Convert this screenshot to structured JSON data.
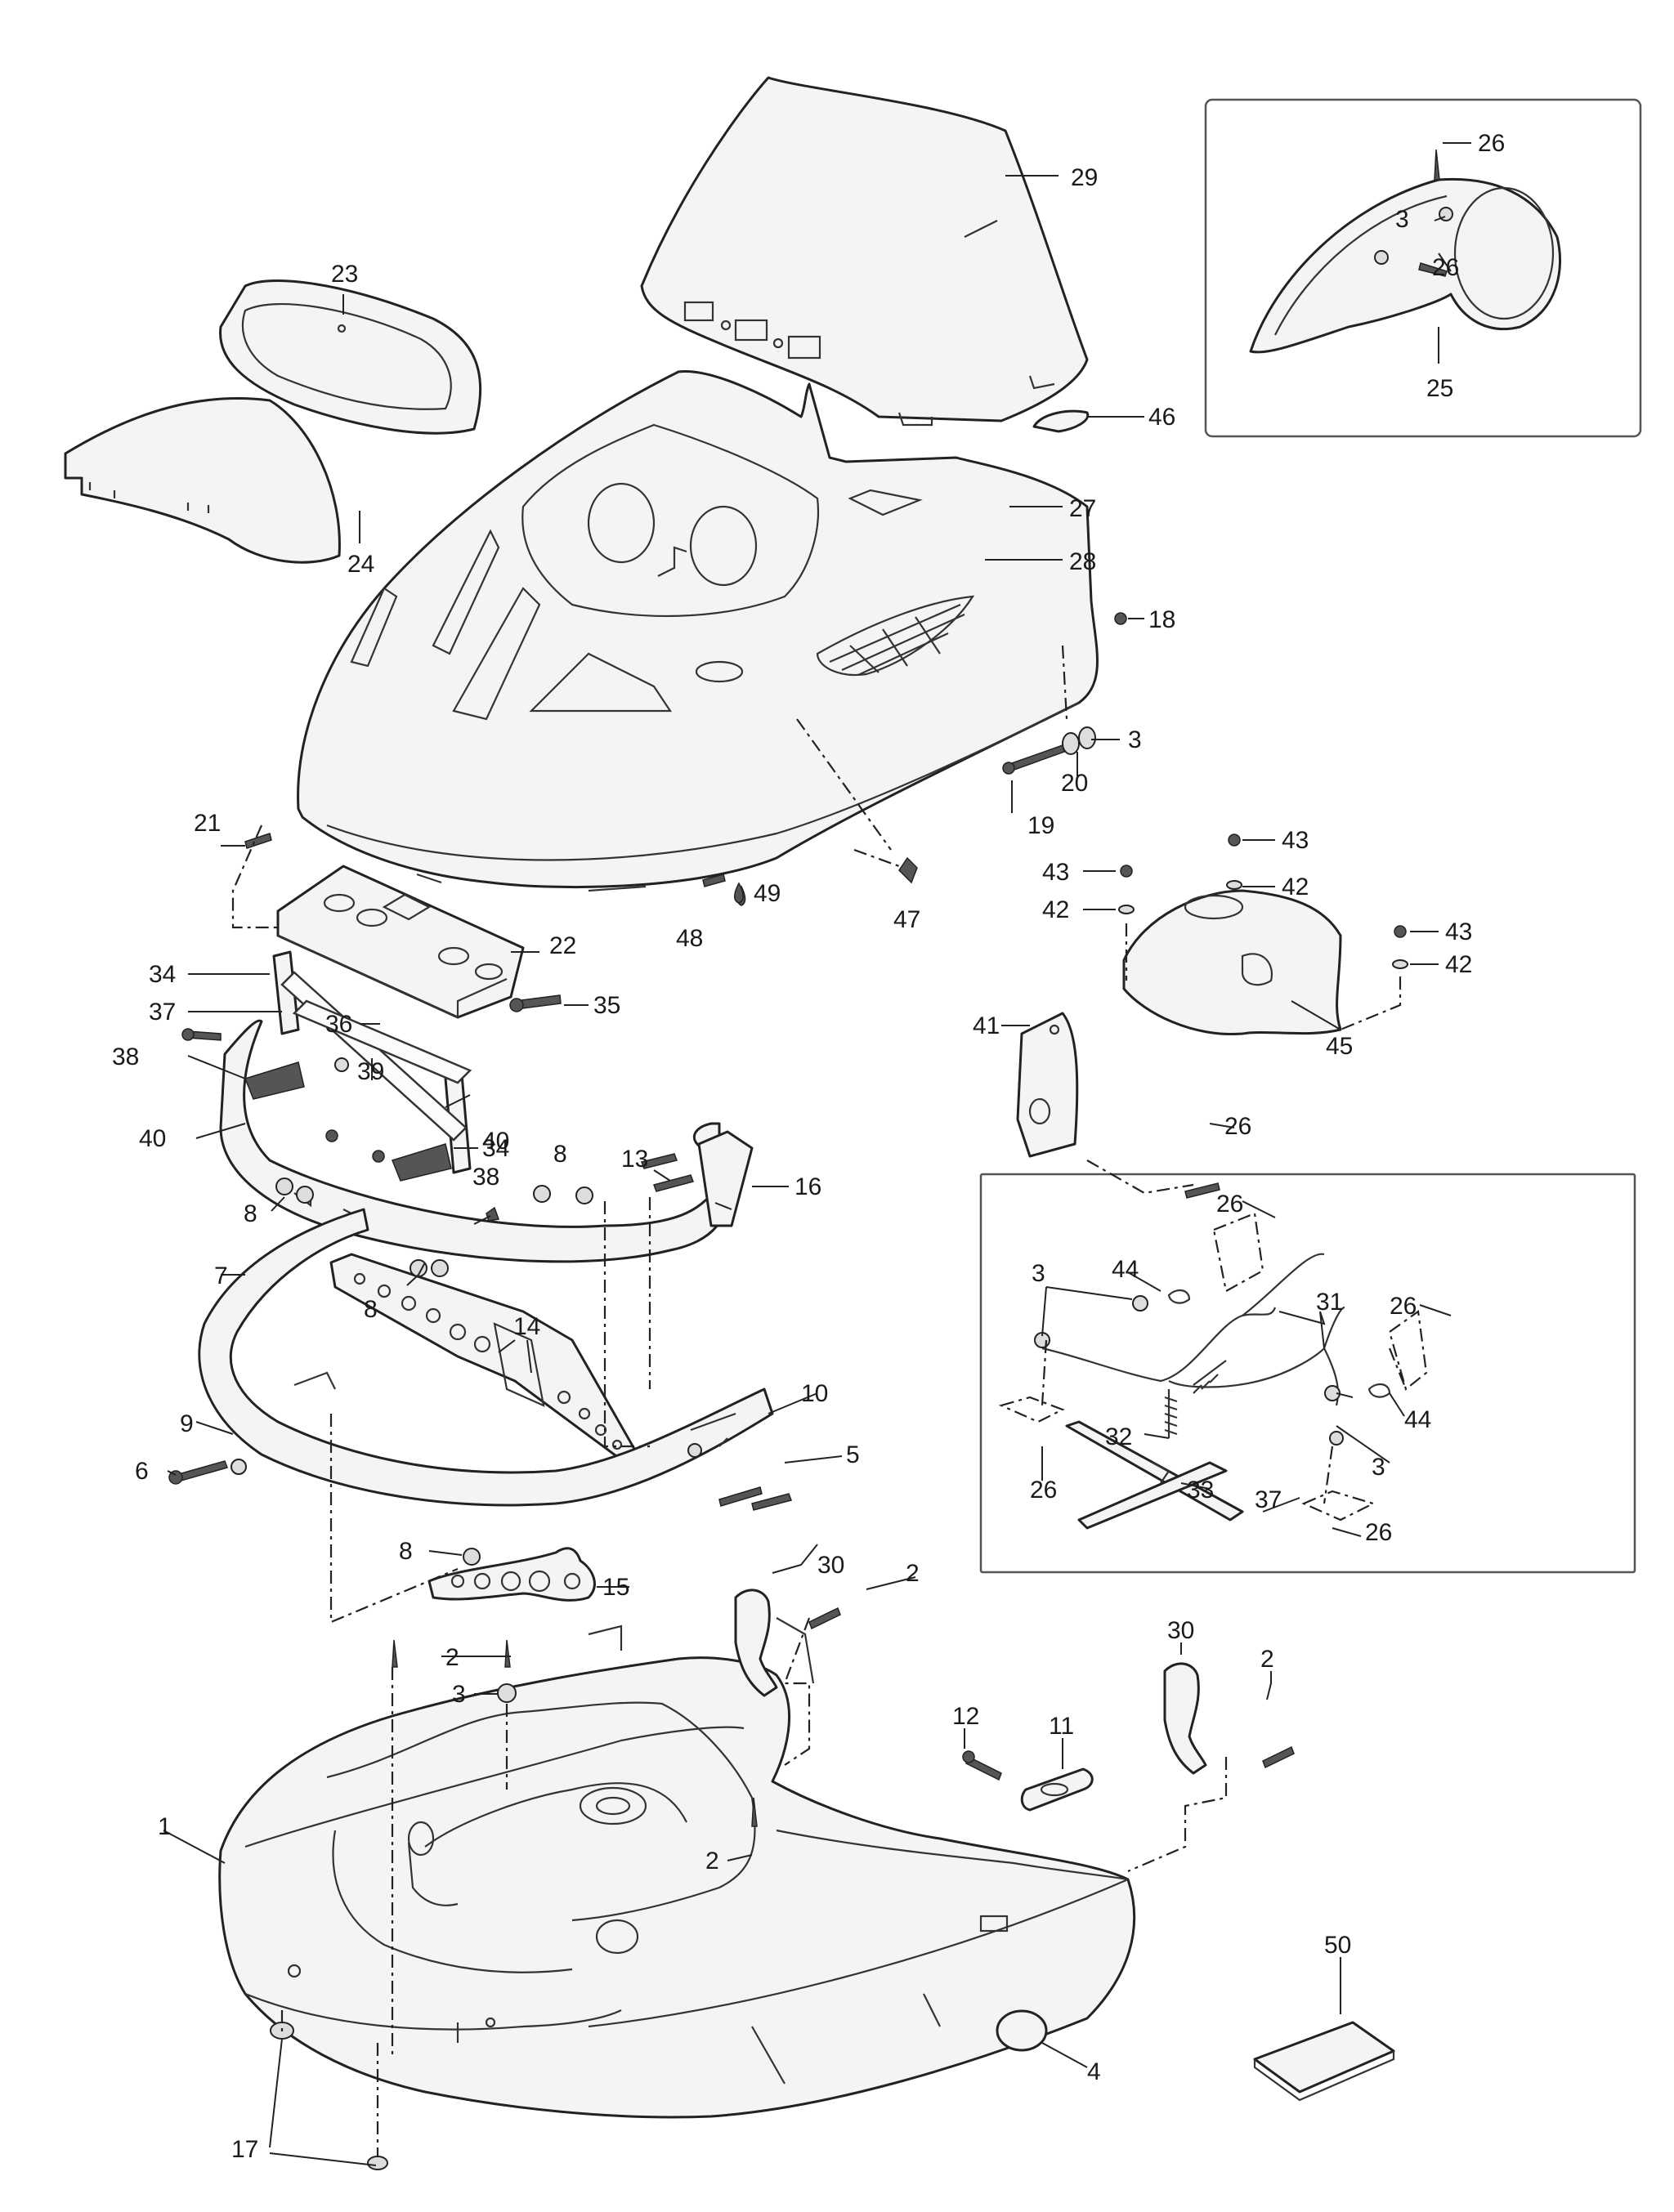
{
  "callouts": {
    "c1": "1",
    "c2": "2",
    "c3": "3",
    "c4": "4",
    "c5": "5",
    "c6": "6",
    "c7": "7",
    "c8": "8",
    "c9": "9",
    "c10": "10",
    "c11": "11",
    "c12": "12",
    "c13": "13",
    "c14": "14",
    "c15": "15",
    "c16": "16",
    "c17": "17",
    "c18": "18",
    "c19": "19",
    "c20": "20",
    "c21": "21",
    "c22": "22",
    "c23": "23",
    "c24": "24",
    "c25": "25",
    "c26": "26",
    "c27": "27",
    "c28": "28",
    "c29": "29",
    "c30": "30",
    "c31": "31",
    "c32": "32",
    "c33": "33",
    "c34": "34",
    "c35": "35",
    "c36": "36",
    "c37": "37",
    "c38": "38",
    "c39": "39",
    "c40": "40",
    "c41": "41",
    "c42": "42",
    "c43": "43",
    "c44": "44",
    "c45": "45",
    "c46": "46",
    "c47": "47",
    "c48": "48",
    "c49": "49",
    "c50": "50"
  },
  "icons": {
    "sealant": "drop-icon"
  },
  "colors": {
    "line": "#222222",
    "background": "#ffffff"
  }
}
